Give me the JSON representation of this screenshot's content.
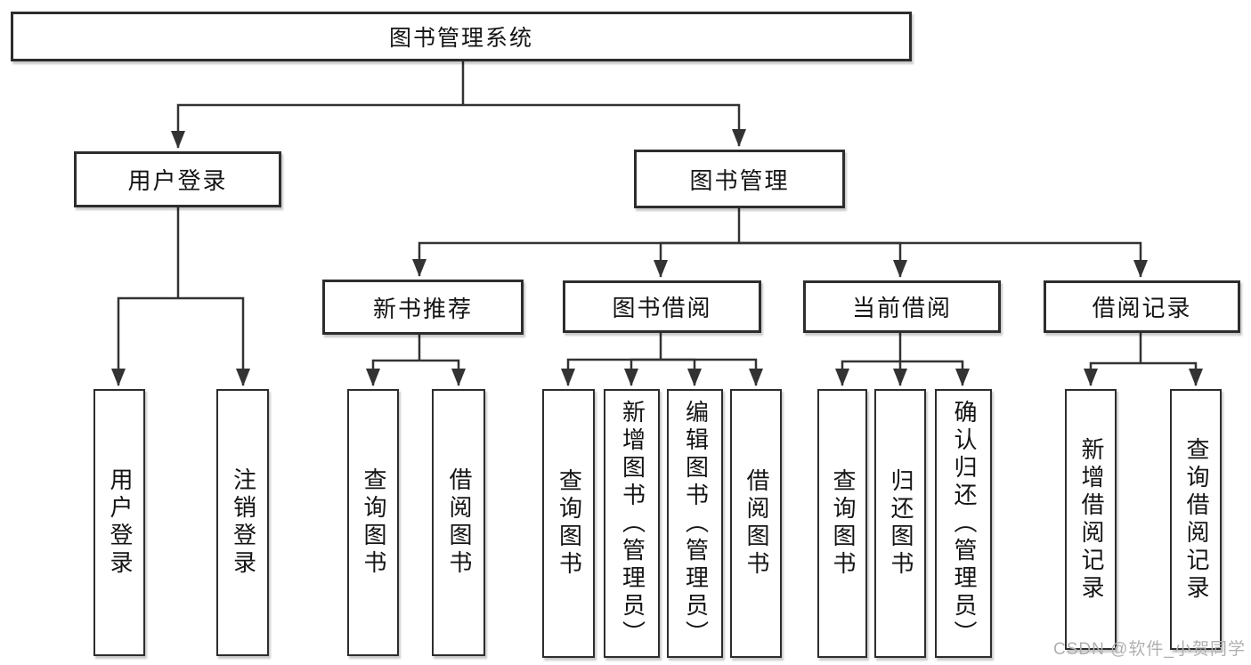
{
  "title": {
    "label": "图书管理系统"
  },
  "level2": {
    "user_login": "用户登录",
    "book_management": "图书管理"
  },
  "level3": {
    "new_book_recommend": "新书推荐",
    "book_borrow": "图书借阅",
    "current_borrow": "当前借阅",
    "borrow_records": "借阅记录"
  },
  "leaves": {
    "user_login": [
      "用户登录",
      "注销登录"
    ],
    "new_book_recommend": [
      "查询图书",
      "借阅图书"
    ],
    "book_borrow": [
      "查询图书",
      "新增图书（管理员）",
      "编辑图书（管理员）",
      "借阅图书"
    ],
    "current_borrow": [
      "查询图书",
      "归还图书",
      "确认归还（管理员）"
    ],
    "borrow_records": [
      "新增借阅记录",
      "查询借阅记录"
    ]
  },
  "watermark": "CSDN @软件_小贺同学",
  "colors": {
    "line": "#333333",
    "border": "#2d2d2d",
    "text": "#141414",
    "watermark": "#b0b0b0",
    "background": "#ffffff"
  }
}
